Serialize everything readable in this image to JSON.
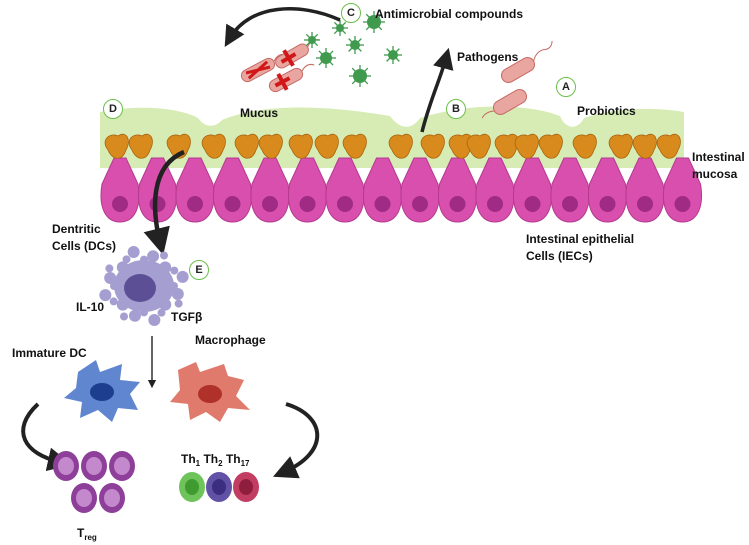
{
  "labels": {
    "antimicrobial": "Antimicrobial compounds",
    "pathogens": "Pathogens",
    "probiotics": "Probiotics",
    "mucus": "Mucus",
    "intestinal_mucosa_line1": "Intestinal",
    "intestinal_mucosa_line2": "mucosa",
    "iec_line1": "Intestinal epithelial",
    "iec_line2": "Cells (IECs)",
    "dc_line1": "Dentritic",
    "dc_line2": "Cells (DCs)",
    "il10": "IL-10",
    "tgfb": "TGFβ",
    "immature_dc": "Immature DC",
    "macrophage": "Macrophage",
    "treg_main": "T",
    "treg_sub": "reg",
    "th1_main": "Th",
    "th1_sub": "1",
    "th2_main": "Th",
    "th2_sub": "2",
    "th17_main": "Th",
    "th17_sub": "17"
  },
  "badges": {
    "a": "A",
    "b": "B",
    "c": "C",
    "d": "D",
    "e": "E"
  },
  "colors": {
    "mucus": "#d6ecb4",
    "epithelial_cell": "#d94fae",
    "epithelial_nucleus": "#a02b84",
    "mucin_granule": "#d88a1c",
    "pathogen": "#e9a6a0",
    "antimicrobial": "#3f9a4e",
    "dendritic_cell": "#8f86c2",
    "immature_dc": "#5f86cf",
    "macrophage": "#df7a6c",
    "treg_cell": "#8e3f99",
    "th1_cell": "#6fc35b",
    "th2_cell": "#6152a6",
    "th17_cell": "#c23d62",
    "badge_ring": "#6cbf4a"
  }
}
